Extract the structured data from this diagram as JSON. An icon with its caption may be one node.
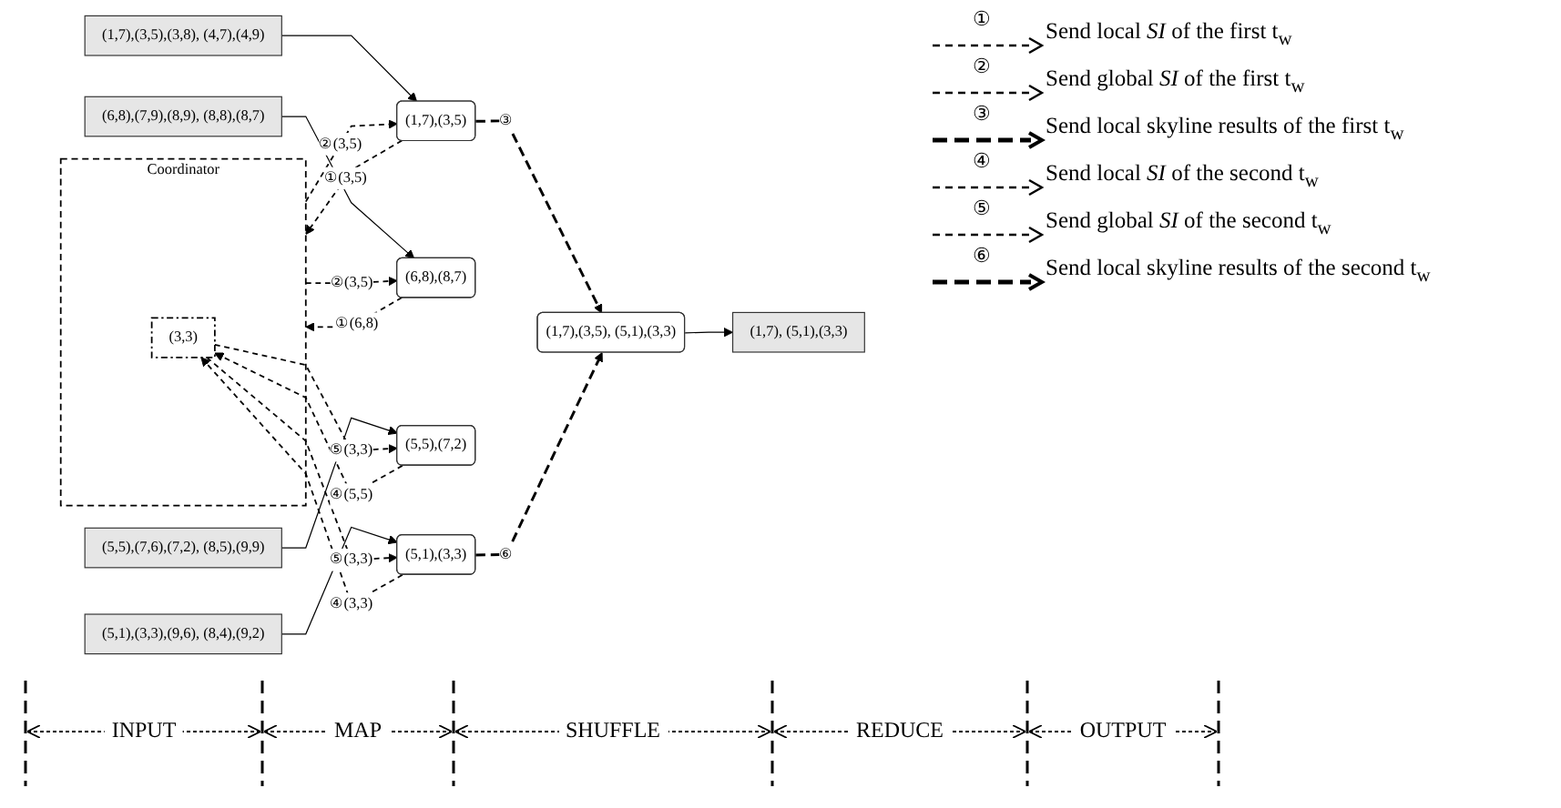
{
  "diagram": {
    "nodes": [
      {
        "text": [
          "Coordinator"
        ]
      },
      {
        "text": [
          "(3,3)"
        ],
        "in": 0
      },
      {
        "text": [
          "(1,7),(3,5),(3,8), (4,7),(4,9)"
        ]
      },
      {
        "text": [
          "(1,7),(3,5)"
        ]
      },
      {
        "text": [
          "(6,8),(7,9),(8,9), (8,8),(8,7)"
        ]
      },
      {
        "text": [
          "(6,8),(8,7)"
        ]
      },
      {
        "text": [
          "(5,5),(7,6),(7,2), (8,5),(9,9)"
        ]
      },
      {
        "text": [
          "(5,5),(7,2)"
        ]
      },
      {
        "text": [
          "(5,1),(3,3),(9,6), (8,4),(9,2)"
        ]
      },
      {
        "text": [
          "(5,1),(3,3)"
        ]
      },
      {
        "text": [
          "(1,7),(3,5), (5,1),(3,3)"
        ]
      },
      {
        "text": [
          "(1,7), (5,1),(3,3)"
        ]
      }
    ],
    "edges": [
      {
        "from": 2,
        "to": 3,
        "arrow": "to"
      },
      {
        "from": 4,
        "to": 5,
        "arrow": "to"
      },
      {
        "from": 6,
        "to": 7,
        "arrow": "to"
      },
      {
        "from": 8,
        "to": 9,
        "arrow": "to"
      },
      {
        "from": 3,
        "to": 0,
        "arrow": "to",
        "label": "①(3,5)",
        "style": "dashed"
      },
      {
        "from": 0,
        "to": 3,
        "arrow": "to",
        "label": "②(3,5)",
        "style": "dashed"
      },
      {
        "from": 5,
        "to": 0,
        "arrow": "to",
        "label": "①(6,8)",
        "style": "dashed"
      },
      {
        "from": 0,
        "to": 5,
        "arrow": "to",
        "label": "②(3,5)",
        "style": "dashed"
      },
      {
        "from": 7,
        "to": 1,
        "arrow": "to",
        "label": "④(5,5)",
        "style": "dashed"
      },
      {
        "from": 1,
        "to": 7,
        "arrow": "to",
        "label": "⑤(3,3)",
        "style": "dashed"
      },
      {
        "from": 9,
        "to": 1,
        "arrow": "to",
        "label": "④(3,3)",
        "style": "dashed"
      },
      {
        "from": 1,
        "to": 9,
        "arrow": "to",
        "label": "⑤(3,3)",
        "style": "dashed"
      },
      {
        "from": 3,
        "to": 10,
        "arrow": "to",
        "label": "③",
        "style": "dashed"
      },
      {
        "from": 9,
        "to": 10,
        "arrow": "to",
        "label": "⑥",
        "style": "dashed"
      },
      {
        "from": 10,
        "to": 11,
        "arrow": "to"
      }
    ],
    "labels": [
      "①",
      "②",
      "③",
      "④",
      "⑤",
      "⑥",
      "INPUT",
      "MAP",
      "SHUFFLE",
      "REDUCE",
      "OUTPUT"
    ],
    "legend": [
      {
        "text": "Send local *SI* of the first t$_{w}$"
      },
      {
        "text": "Send global *SI* of the first t$_{w}$"
      },
      {
        "text": "Send local skyline results of the first t$_{w}$"
      },
      {
        "text": "Send local *SI* of the second t$_{w}$"
      },
      {
        "text": "Send global *SI* of the second t$_{w}$"
      },
      {
        "text": "Send local skyline results of the second t$_{w}$"
      }
    ]
  }
}
